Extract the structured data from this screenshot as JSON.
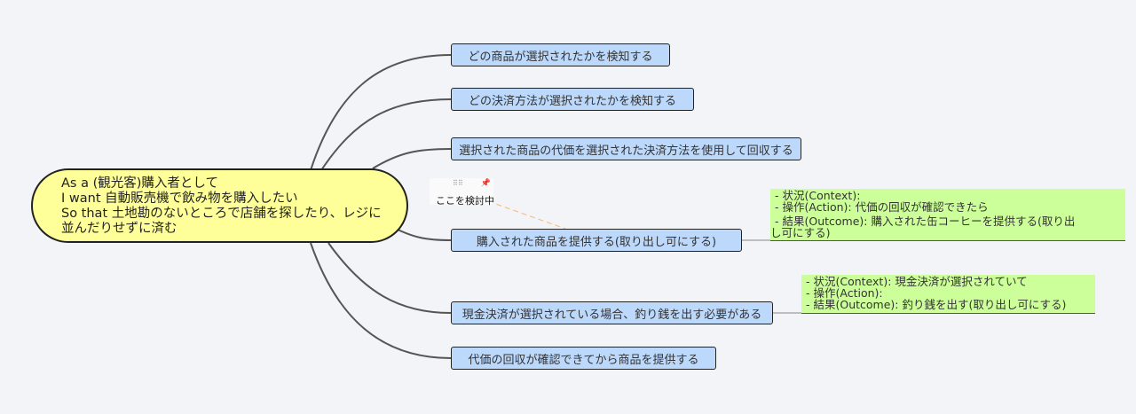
{
  "root": {
    "lines": [
      "As a (観光客)購入者として",
      "I want 自動販売機で飲み物を購入したい",
      "So that 土地勘のないところで店舗を探したり、レジに",
      "並んだりせずに済む"
    ]
  },
  "branches": [
    {
      "label": "どの商品が選択されたかを検知する"
    },
    {
      "label": "どの決済方法が選択されたかを検知する"
    },
    {
      "label": "選択された商品の代価を選択された決済方法を使用して回収する"
    },
    {
      "label": "購入された商品を提供する(取り出し可にする)"
    },
    {
      "label": "現金決済が選択されている場合、釣り銭を出す必要がある"
    },
    {
      "label": "代価の回収が確認できてから商品を提供する"
    }
  ],
  "notes": [
    {
      "lines": [
        "- 状況(Context):",
        "- 操作(Action): 代価の回収が確認できたら",
        "- 結果(Outcome): 購入された缶コーヒーを提供する(取り出",
        "し可にする)"
      ]
    },
    {
      "lines": [
        "- 状況(Context): 現金決済が選択されていて",
        "- 操作(Action):",
        "- 結果(Outcome): 釣り銭を出す(取り出し可にする)"
      ]
    }
  ],
  "sticky": {
    "text": "ここを検討中"
  },
  "colors": {
    "root": "#ffff99",
    "node": "#bcd8fb",
    "note": "#ccff99"
  }
}
